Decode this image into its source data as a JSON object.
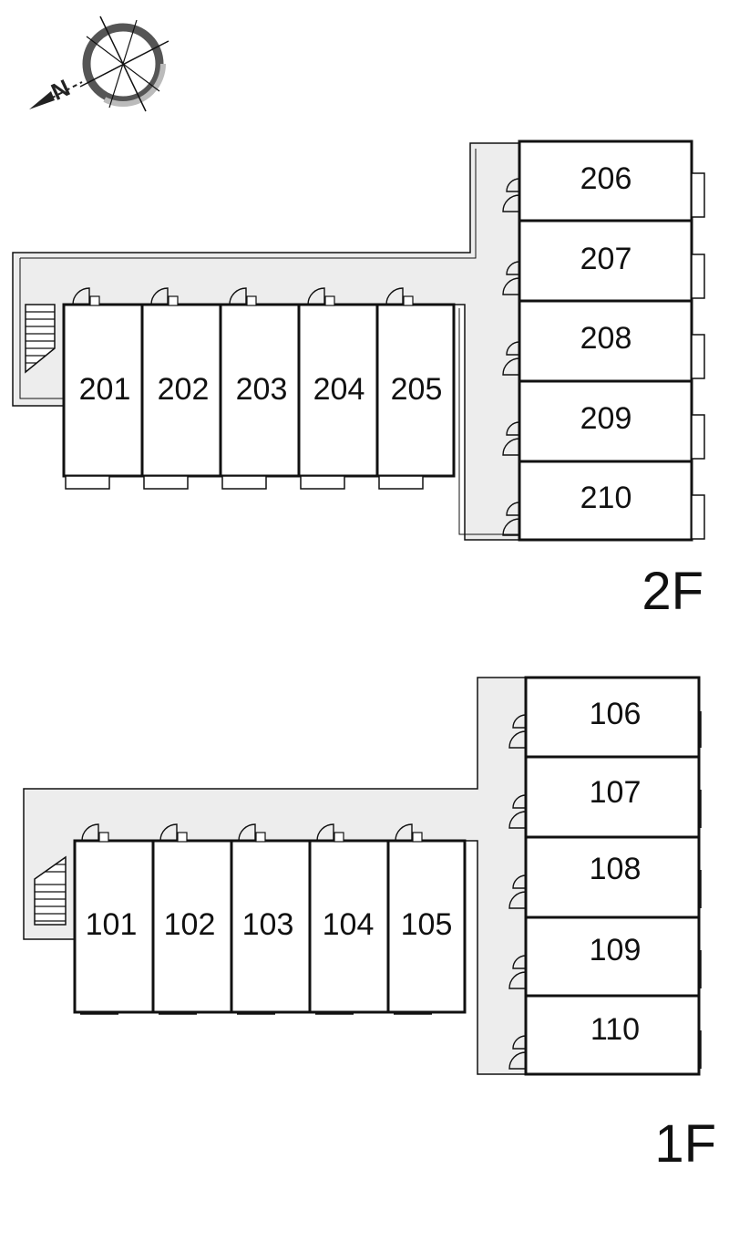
{
  "compass": {
    "label": "N",
    "icon": "compass-icon"
  },
  "floors": [
    {
      "id": "2F",
      "label": "2F",
      "units_row": [
        "201",
        "202",
        "203",
        "204",
        "205"
      ],
      "units_column": [
        "206",
        "207",
        "208",
        "209",
        "210"
      ]
    },
    {
      "id": "1F",
      "label": "1F",
      "units_row": [
        "101",
        "102",
        "103",
        "104",
        "105"
      ],
      "units_column": [
        "106",
        "107",
        "108",
        "109",
        "110"
      ]
    }
  ],
  "colors": {
    "line": "#111111",
    "corridor": "#ededed",
    "compass_dark": "#555555",
    "compass_light": "#bbbbbb"
  }
}
